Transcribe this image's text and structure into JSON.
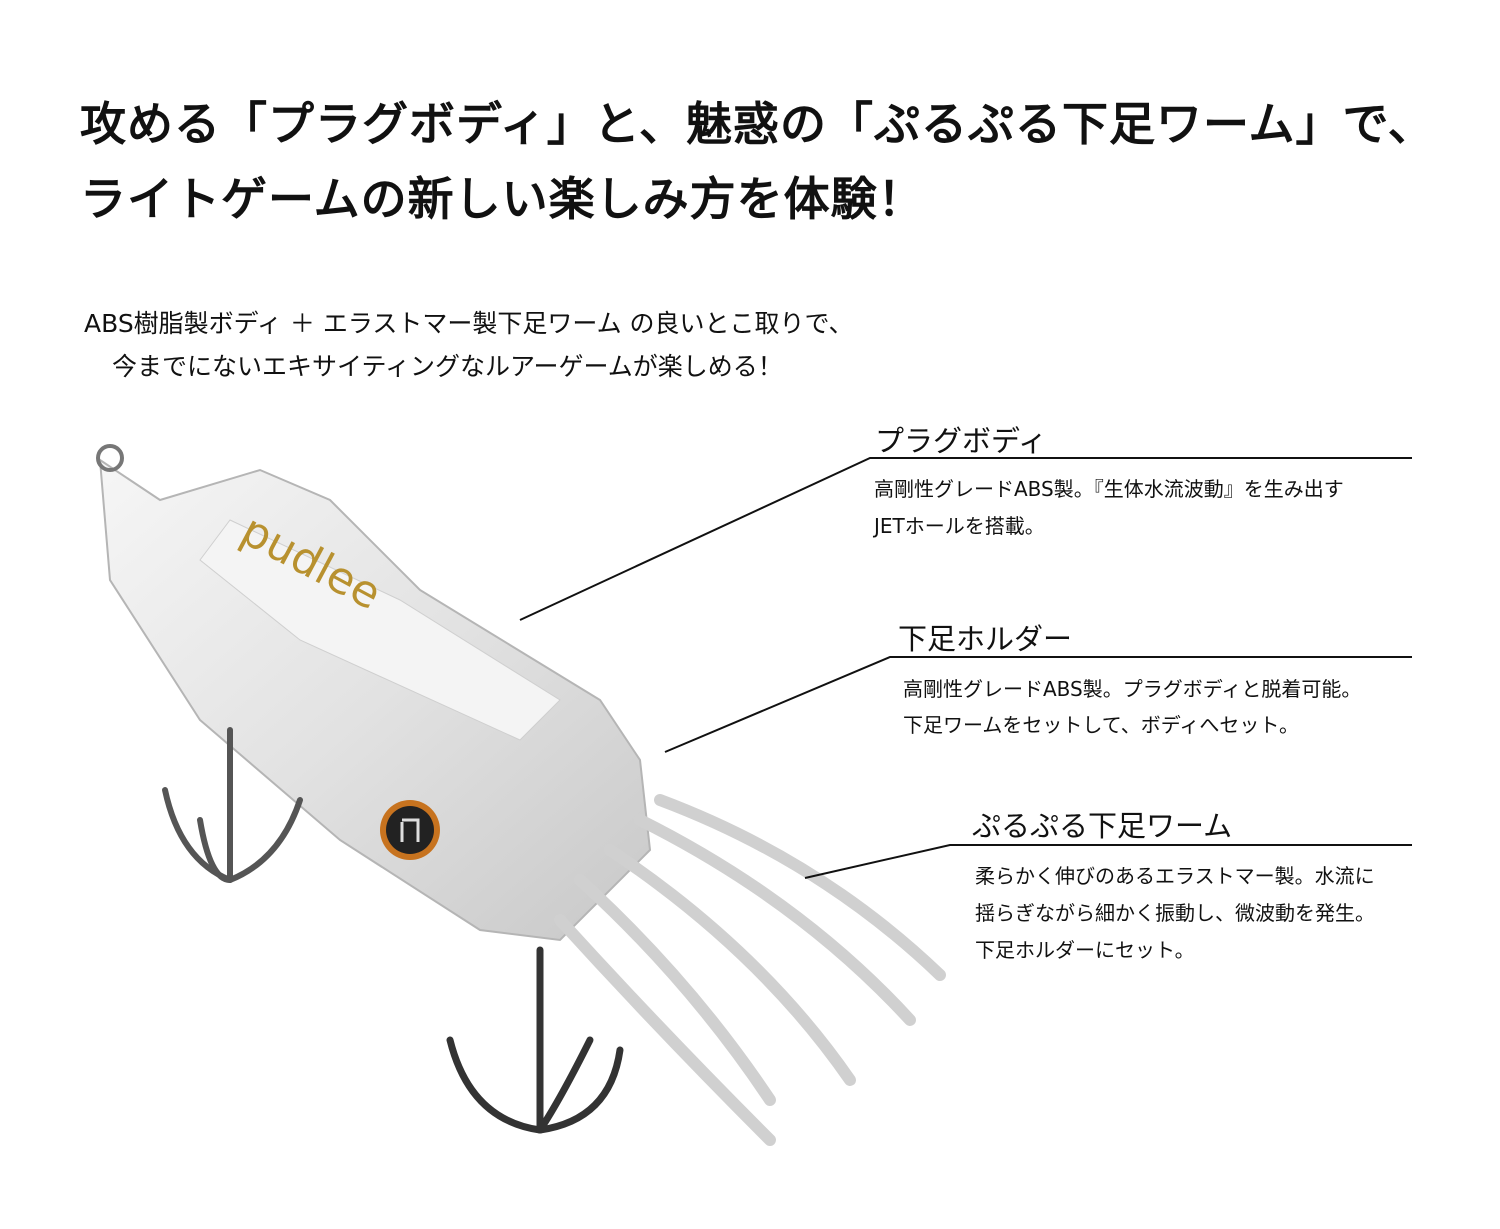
{
  "headline": {
    "line1": "攻める「プラグボディ」と、魅惑の「ぷるぷる下足ワーム」で、",
    "line2": "ライトゲームの新しい楽しみ方を体験！"
  },
  "subheadline": {
    "line1": "ABS樹脂製ボディ ＋ エラストマー製下足ワーム の良いとこ取りで、",
    "line2": "今までにないエキサイティングなルアーゲームが楽しめる！"
  },
  "product": {
    "logo_text": "pudlee"
  },
  "callouts": [
    {
      "title": "プラグボディ",
      "lines": [
        "高剛性グレードABS製。『生体水流波動』を生み出す",
        "JETホールを搭載。"
      ]
    },
    {
      "title": "下足ホルダー",
      "lines": [
        "高剛性グレードABS製。プラグボディと脱着可能。",
        "下足ワームをセットして、ボディへセット。"
      ]
    },
    {
      "title": "ぷるぷる下足ワーム",
      "lines": [
        "柔らかく伸びのあるエラストマー製。水流に",
        "揺らぎながら細かく振動し、微波動を発生。",
        "下足ホルダーにセット。"
      ]
    }
  ],
  "colors": {
    "text": "#111111",
    "logo_gold": "#b8912f",
    "eye_orange": "#c7731f"
  }
}
